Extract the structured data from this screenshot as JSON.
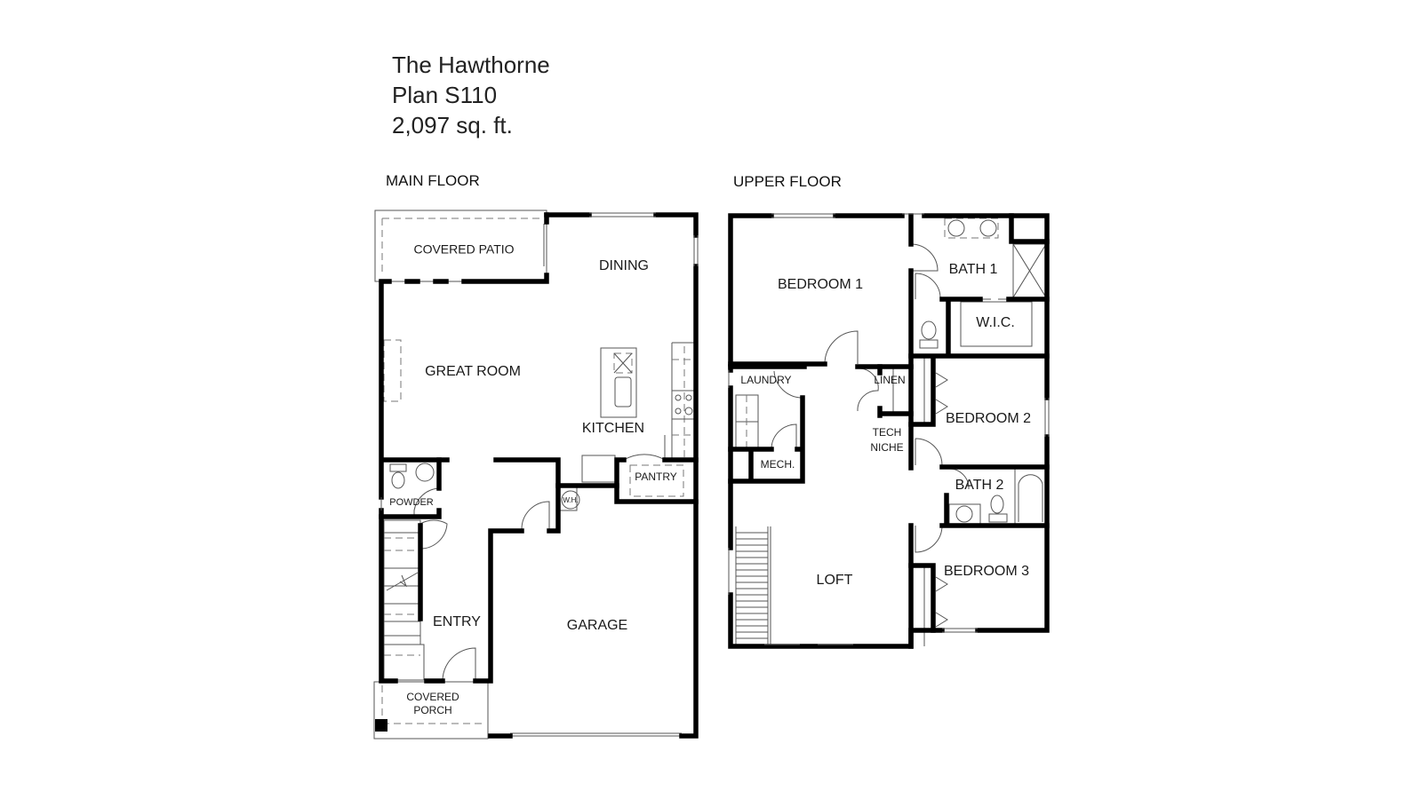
{
  "header": {
    "plan_name": "The Hawthorne",
    "plan_number": "Plan S110",
    "square_feet": "2,097 sq. ft."
  },
  "main_floor": {
    "label": "MAIN FLOOR",
    "rooms": {
      "covered_patio": "COVERED PATIO",
      "dining": "DINING",
      "great_room": "GREAT ROOM",
      "kitchen": "KITCHEN",
      "pantry": "PANTRY",
      "powder": "POWDER",
      "water_heater": "W.H.",
      "entry": "ENTRY",
      "garage": "GARAGE",
      "covered_porch_line1": "COVERED",
      "covered_porch_line2": "PORCH"
    }
  },
  "upper_floor": {
    "label": "UPPER FLOOR",
    "rooms": {
      "bedroom_1": "BEDROOM 1",
      "bath_1": "BATH 1",
      "wic": "W.I.C.",
      "laundry": "LAUNDRY",
      "linen": "LINEN",
      "bedroom_2": "BEDROOM 2",
      "tech_niche_line1": "TECH",
      "tech_niche_line2": "NICHE",
      "mech": "MECH.",
      "bath_2": "BATH 2",
      "loft": "LOFT",
      "bedroom_3": "BEDROOM 3"
    }
  }
}
